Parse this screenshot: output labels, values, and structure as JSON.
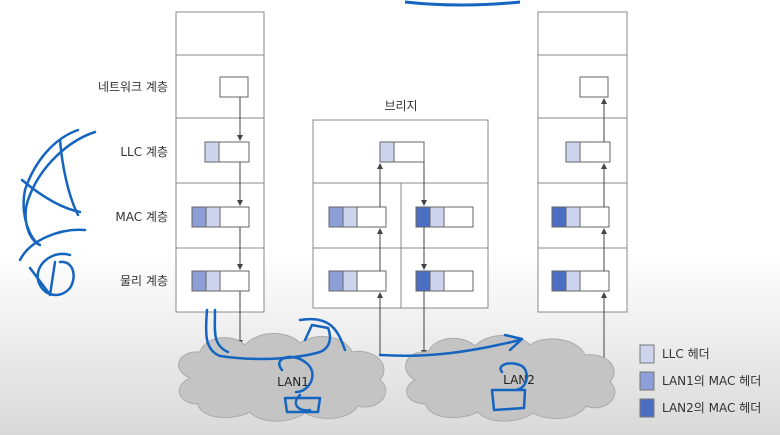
{
  "layers": {
    "network": "네트워크 계층",
    "llc": "LLC 계층",
    "mac": "MAC 계층",
    "physical": "물리 계층"
  },
  "bridge_label": "브리지",
  "lans": [
    "LAN1",
    "LAN2"
  ],
  "legend": [
    {
      "label": "LLC 헤더",
      "color": "#cdd5ee"
    },
    {
      "label": "LAN1의 MAC 헤더",
      "color": "#8d9fd6"
    },
    {
      "label": "LAN2의 MAC 헤더",
      "color": "#4b6ec2"
    }
  ],
  "colors": {
    "ink": "#1565c0",
    "border": "#7f7f7f",
    "cloud": "#c4c4c4"
  }
}
